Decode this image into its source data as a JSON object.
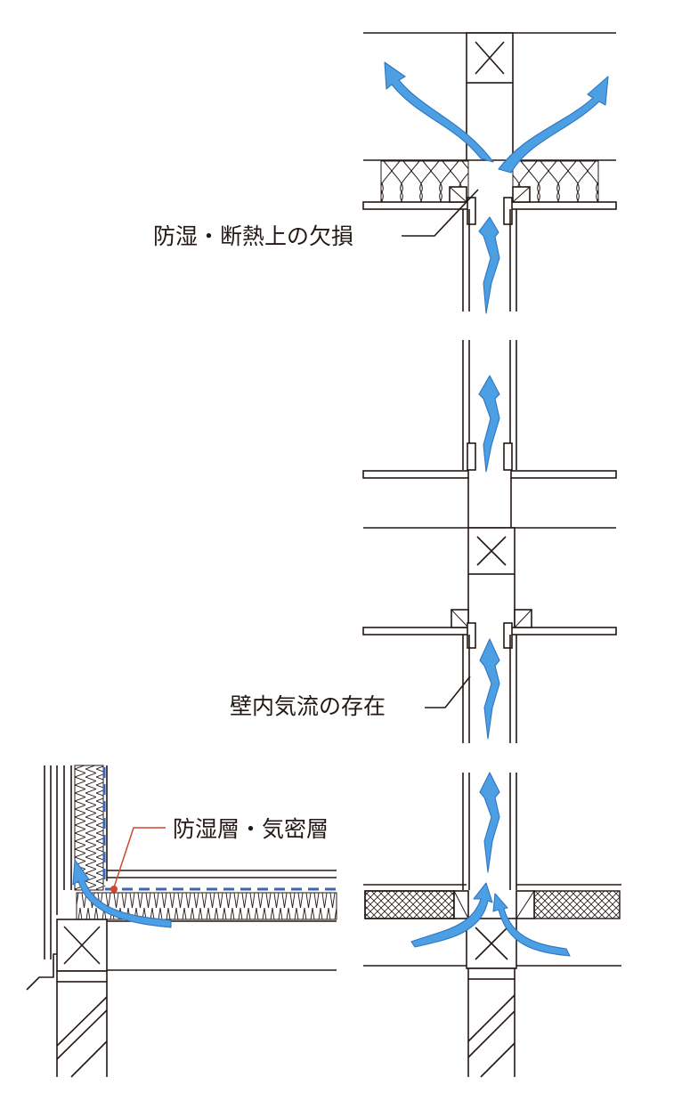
{
  "labels": {
    "defect": "防湿・断熱上の欠損",
    "airflow": "壁内気流の存在",
    "barrier": "防湿層・気密層"
  },
  "colors": {
    "airflow_arrow": "#4d9fe4",
    "vapor_barrier": "#3a66b8",
    "leader_red": "#d2472e",
    "line": "#231815"
  }
}
